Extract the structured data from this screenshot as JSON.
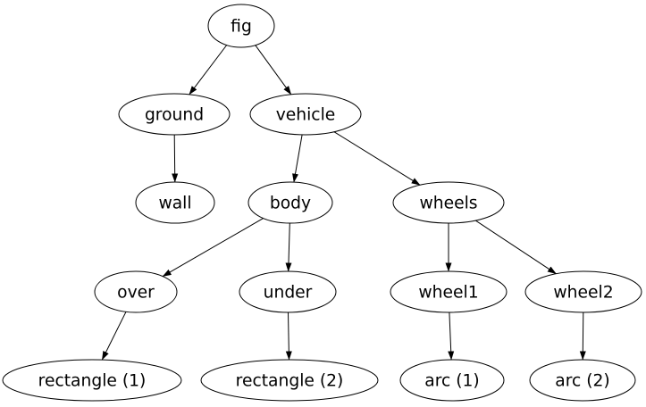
{
  "diagram": {
    "type": "tree",
    "colors": {
      "background": "#ffffff",
      "node_fill": "#ffffff",
      "node_stroke": "#000000",
      "edge": "#000000",
      "text": "#000000"
    },
    "nodes": [
      {
        "id": "fig",
        "label": "fig"
      },
      {
        "id": "ground",
        "label": "ground"
      },
      {
        "id": "vehicle",
        "label": "vehicle"
      },
      {
        "id": "wall",
        "label": "wall"
      },
      {
        "id": "body",
        "label": "body"
      },
      {
        "id": "wheels",
        "label": "wheels"
      },
      {
        "id": "over",
        "label": "over"
      },
      {
        "id": "under",
        "label": "under"
      },
      {
        "id": "wheel1",
        "label": "wheel1"
      },
      {
        "id": "wheel2",
        "label": "wheel2"
      },
      {
        "id": "rect1",
        "label": "rectangle (1)"
      },
      {
        "id": "rect2",
        "label": "rectangle (2)"
      },
      {
        "id": "arc1",
        "label": "arc (1)"
      },
      {
        "id": "arc2",
        "label": "arc (2)"
      }
    ],
    "edges": [
      {
        "from": "fig",
        "to": "ground"
      },
      {
        "from": "fig",
        "to": "vehicle"
      },
      {
        "from": "ground",
        "to": "wall"
      },
      {
        "from": "vehicle",
        "to": "body"
      },
      {
        "from": "vehicle",
        "to": "wheels"
      },
      {
        "from": "body",
        "to": "over"
      },
      {
        "from": "body",
        "to": "under"
      },
      {
        "from": "wheels",
        "to": "wheel1"
      },
      {
        "from": "wheels",
        "to": "wheel2"
      },
      {
        "from": "over",
        "to": "rect1"
      },
      {
        "from": "under",
        "to": "rect2"
      },
      {
        "from": "wheel1",
        "to": "arc1"
      },
      {
        "from": "wheel2",
        "to": "arc2"
      }
    ]
  }
}
